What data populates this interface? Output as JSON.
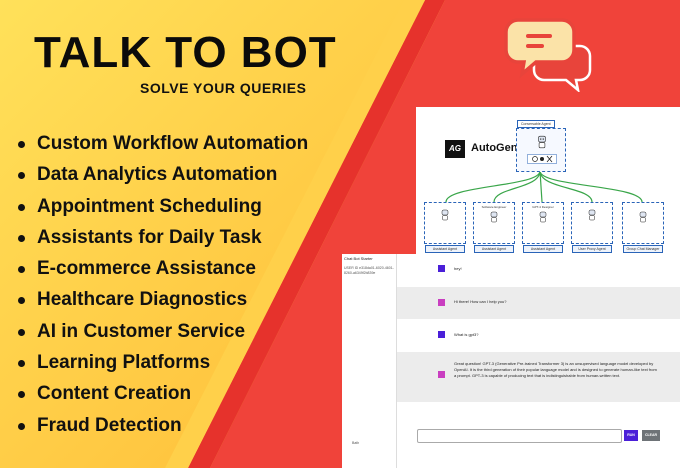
{
  "title": "TALK TO BOT",
  "subtitle": "SOLVE YOUR QUERIES",
  "features": [
    "Custom Workflow Automation",
    "Data Analytics Automation",
    "Appointment Scheduling",
    "Assistants for Daily Task",
    "E-commerce Assistance",
    "Healthcare Diagnostics",
    "AI in Customer Service",
    "Learning Platforms",
    "Content Creation",
    "Fraud Detection"
  ],
  "diagram": {
    "logo": "AG",
    "name": "AutoGen",
    "center_label": "Conversable Agent",
    "agents": [
      {
        "title": "",
        "tag": "Assistant Agent"
      },
      {
        "title": "Software Engineer",
        "tag": "Assistant Agent"
      },
      {
        "title": "GPT-4 Designer",
        "tag": "Assistant Agent"
      },
      {
        "title": "",
        "tag": "User Proxy Agent"
      },
      {
        "title": "",
        "tag": "Group Chat Manager"
      }
    ]
  },
  "chat": {
    "sidebar_title": "Chat Bot Starter",
    "session_id": "USER ID e318da01-6020-4601-8260-a6349f2b839e",
    "sidebar_footer": "Bath",
    "messages": [
      {
        "role": "user",
        "text": "hey!"
      },
      {
        "role": "bot",
        "text": "Hi there! How can I help you?"
      },
      {
        "role": "user",
        "text": "What is gpt3?"
      },
      {
        "role": "bot",
        "text": "Great question! GPT-3 (Generative Pre-trained Transformer 3) is an unsupervised language model developed by OpenAI. It is the third generation of their popular language model and is designed to generate human-like text from a prompt. GPT-3 is capable of producing text that is indistinguishable from human-written text."
      }
    ],
    "run_label": "RUN",
    "clear_label": "CLEAR"
  },
  "colors": {
    "accent_red": "#f0433a",
    "accent_yellow": "#ffd04a",
    "user_avatar": "#4a1fd8",
    "bot_avatar": "#c93ec0",
    "arrow_green": "#3aa64a"
  },
  "icons": [
    "chat-bubbles-icon",
    "robot-icon",
    "user-avatar-icon",
    "bot-avatar-icon"
  ]
}
